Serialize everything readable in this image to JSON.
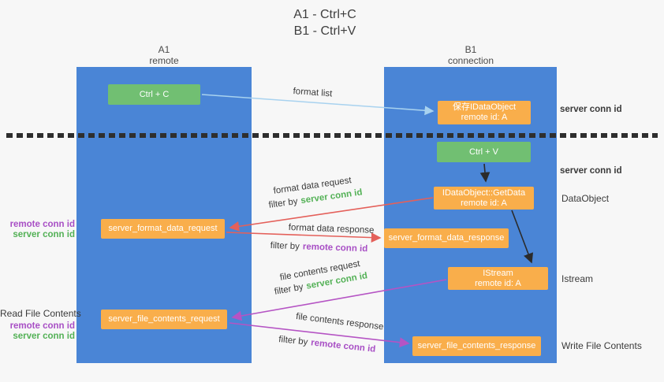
{
  "title": {
    "line1": "A1 - Ctrl+C",
    "line2": "B1 - Ctrl+V"
  },
  "lifelines": {
    "left": {
      "id": "A1",
      "role": "remote"
    },
    "right": {
      "id": "B1",
      "role": "connection"
    }
  },
  "nodes": {
    "ctrl_c": {
      "label": "Ctrl + C"
    },
    "save_idataobject": {
      "line1": "保存IDataObject",
      "line2": "remote id: A"
    },
    "ctrl_v": {
      "label": "Ctrl + V"
    },
    "getdata": {
      "line1": "IDataObject::GetData",
      "line2": "remote id: A"
    },
    "istream": {
      "line1": "IStream",
      "line2": "remote id: A"
    },
    "server_format_data_request": {
      "label": "server_format_data_request"
    },
    "server_format_data_response": {
      "label": "server_format_data_response"
    },
    "server_file_contents_request": {
      "label": "server_file_contents_request"
    },
    "server_file_contents_response": {
      "label": "server_file_contents_response"
    }
  },
  "arrow_labels": {
    "format_list": "format list",
    "format_data_request": "format data request",
    "format_data_response": "format data response",
    "file_contents_request": "file contents request",
    "file_contents_response": "file contents response",
    "filter_by": "filter by",
    "server_conn_id": "server conn id",
    "remote_conn_id": "remote conn id"
  },
  "side_labels": {
    "server_conn_id_top": "server conn id",
    "server_conn_id_mid": "server conn id",
    "dataobject": "DataObject",
    "istream": "Istream",
    "read_file_contents": "Read File Contents",
    "write_file_contents": "Write File Contents",
    "remote_conn_id": "remote conn id",
    "server_conn_id": "server conn id"
  },
  "colors": {
    "lifeline_blue": "#4a85d6",
    "action_green": "#71bf72",
    "message_orange": "#f9ae4b",
    "request_red": "#e4605a",
    "file_purple": "#b554c4",
    "format_list_blue": "#a8d2ef",
    "green_text": "#53b156",
    "purple_text": "#a84fc5",
    "dark_text": "#3a3a3a",
    "background": "#f7f7f7"
  }
}
